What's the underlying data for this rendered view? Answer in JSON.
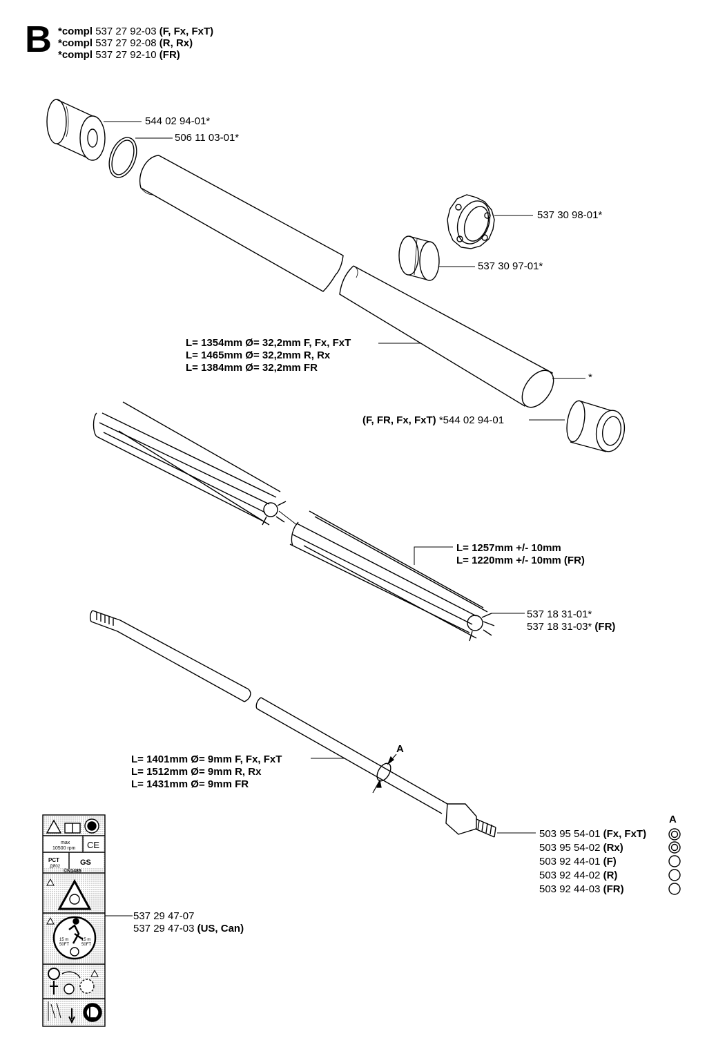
{
  "section_letter": "B",
  "header": [
    {
      "prefix": "*compl",
      "number": "537 27 92-03",
      "models": "(F, Fx, FxT)"
    },
    {
      "prefix": "*compl",
      "number": "537 27 92-08",
      "models": "(R, Rx)"
    },
    {
      "prefix": "*compl",
      "number": "537 27 92-10",
      "models": "(FR)"
    }
  ],
  "callouts": {
    "c1": "544 02 94-01*",
    "c2": "506 11 03-01*",
    "c3": "537 30 98-01*",
    "c4": "537 30 97-01*",
    "c5": "*",
    "tube_len": [
      "L= 1354mm Ø= 32,2mm F, Fx, FxT",
      "L= 1465mm Ø= 32,2mm R, Rx",
      "L= 1384mm Ø= 32,2mm FR"
    ],
    "c6_models": "(F, FR, Fx, FxT)",
    "c6_number": "*544 02 94-01",
    "liner_len": [
      "L= 1257mm +/- 10mm",
      "L= 1220mm +/- 10mm (FR)"
    ],
    "liner_num1": "537 18 31-01*",
    "liner_num2": "537 18 31-03*",
    "liner_num2_models": "(FR)",
    "shaft_len": [
      "L= 1401mm Ø= 9mm F, Fx, FxT",
      "L= 1512mm Ø= 9mm R, Rx",
      "L= 1431mm Ø= 9mm FR"
    ],
    "shaft_mark": "A",
    "washer_head": "A",
    "washers": [
      {
        "number": "503 95 54-01",
        "models": "(Fx, FxT)"
      },
      {
        "number": "503 95 54-02",
        "models": "(Rx)"
      },
      {
        "number": "503 92 44-01",
        "models": "(F)"
      },
      {
        "number": "503 92 44-02",
        "models": "(R)"
      },
      {
        "number": "503 92 44-03",
        "models": "(FR)"
      }
    ],
    "decal1": "537 29 47-07",
    "decal2_number": "537 29 47-03",
    "decal2_models": "(US, Can)"
  },
  "decal": {
    "max_label": "max",
    "rpm": "10500 rpm",
    "ce": "CE",
    "gs": "GS",
    "pct": "PCT",
    "pct_sub": "ДЯ02",
    "cert": "©N1485",
    "dist1": "15 m",
    "dist1b": "50FT",
    "dist2": "15 m",
    "dist2b": "50FT"
  }
}
